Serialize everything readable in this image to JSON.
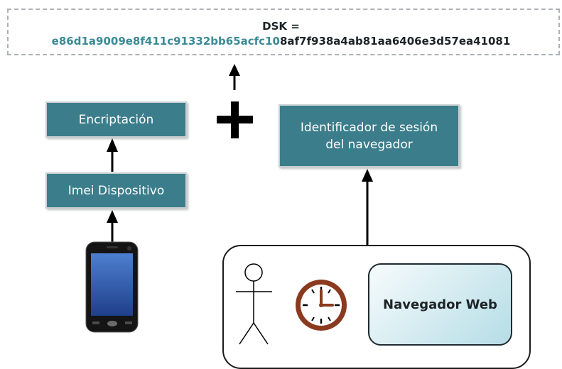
{
  "dsk": {
    "label": "DSK =",
    "value_part1": "e86d1a9009e8f411c91332bb65acfc10",
    "value_part2": "8af7f938a4ab81aa6406e3d57ea41081"
  },
  "nodes": {
    "encryption": "Encriptación",
    "imei": "Imei Dispositivo",
    "session_id_line1": "Identificador de sesión",
    "session_id_line2": "del navegador",
    "browser": "Navegador Web"
  },
  "icons": [
    "smartphone-icon",
    "person-icon",
    "clock-icon",
    "plus-icon"
  ],
  "colors": {
    "box_fill": "#3b7d8b",
    "hash_accent": "#3a8a96",
    "clock": "#8a3a1e"
  }
}
